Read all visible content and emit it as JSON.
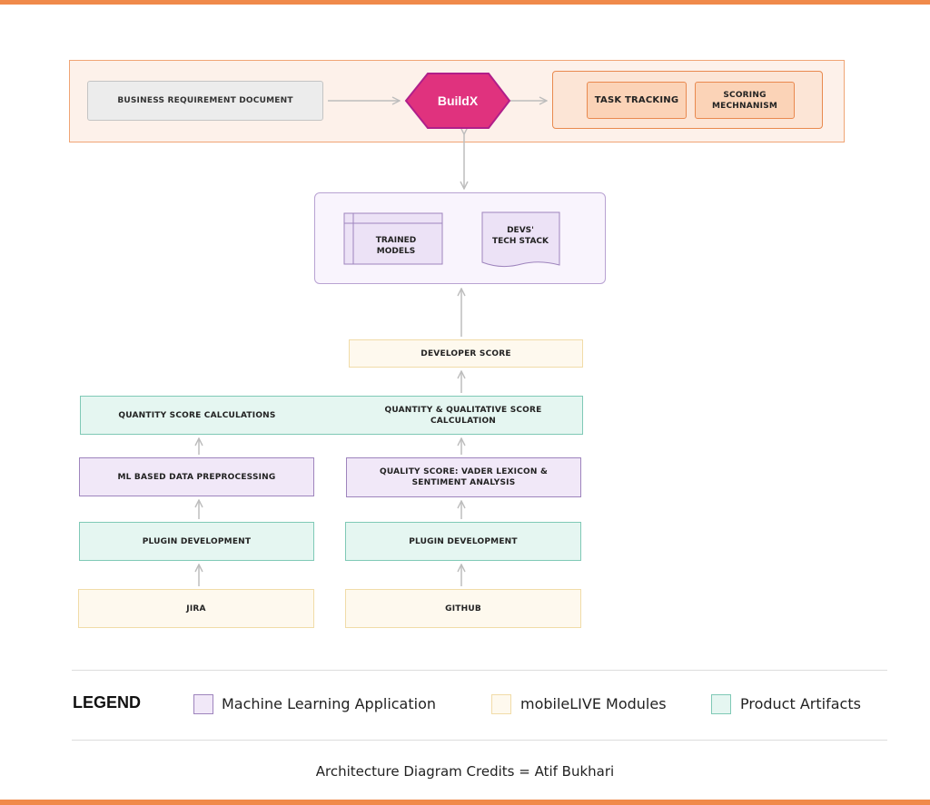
{
  "top": {
    "business_requirement": "BUSINESS REQUIREMENT DOCUMENT",
    "buildx": "BuildX",
    "task_tracking": "TASK TRACKING",
    "scoring_mechanism_line1": "SCORING",
    "scoring_mechanism_line2": "MECHNANISM"
  },
  "models": {
    "trained_line1": "TRAINED",
    "trained_line2": "MODELS",
    "stack_line1": "DEVS'",
    "stack_line2": "TECH STACK"
  },
  "developer_score": "DEVELOPER SCORE",
  "calc": {
    "quantity": "QUANTITY SCORE CALCULATIONS",
    "qualitative_line1": "QUANTITY & QUALITATIVE SCORE",
    "qualitative_line2": "CALCULATION"
  },
  "left_column": {
    "preprocessing": "ML BASED DATA PREPROCESSING",
    "plugin": "PLUGIN DEVELOPMENT",
    "source": "JIRA"
  },
  "right_column": {
    "quality_line1": "QUALITY SCORE: VADER LEXICON &",
    "quality_line2": "SENTIMENT ANALYSIS",
    "plugin": "PLUGIN DEVELOPMENT",
    "source": "GITHUB"
  },
  "legend": {
    "title": "LEGEND",
    "items": [
      {
        "label": "Machine Learning Application",
        "color": "#f1e8f8",
        "border": "#9e84bd"
      },
      {
        "label": "mobileLIVE Modules",
        "color": "#fef9ee",
        "border": "#f1dca8"
      },
      {
        "label": "Product Artifacts",
        "color": "#e5f6f1",
        "border": "#7fc9b6"
      }
    ]
  },
  "credits": "Architecture Diagram Credits = Atif Bukhari",
  "colors": {
    "accent_orange": "#f08a4b",
    "buildx_magenta": "#e0327e",
    "connector_gray": "#bdbdbd"
  }
}
